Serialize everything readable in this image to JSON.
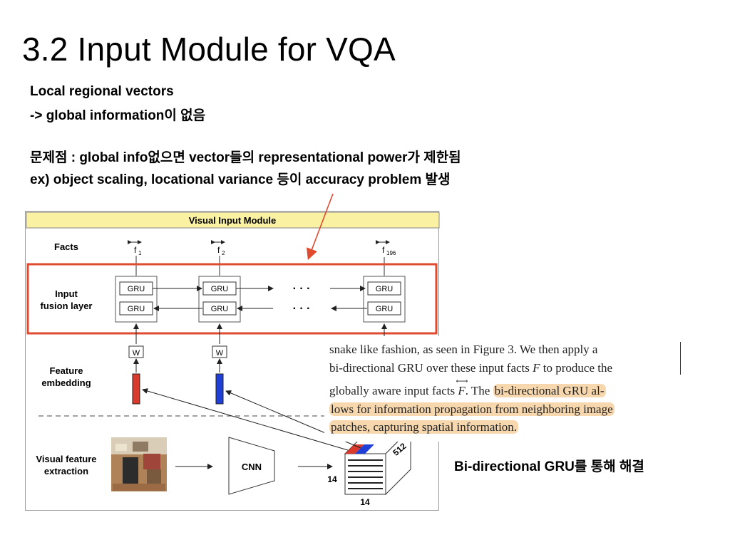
{
  "slide": {
    "title": "3.2 Input Module for VQA",
    "notes": [
      "Local regional vectors",
      "-> global information이 없음",
      "문제점 : global info없으면 vector들의 representational power가 제한됨",
      "ex) object scaling, locational variance 등이 accuracy problem 발생"
    ],
    "conclusion": "Bi-directional GRU를 통해 해결"
  },
  "figure": {
    "header": "Visual Input Module",
    "rows": {
      "facts": "Facts",
      "fusion_line1": "Input",
      "fusion_line2": "fusion layer",
      "embed_line1": "Feature",
      "embed_line2": "embedding",
      "visual_line1": "Visual feature",
      "visual_line2": "extraction"
    },
    "facts": [
      {
        "label": "f",
        "sub": "1"
      },
      {
        "label": "f",
        "sub": "2"
      },
      {
        "label": "f",
        "sub": "196"
      }
    ],
    "gru_label": "GRU",
    "ellipsis": "· · ·",
    "w_label": "W",
    "cnn_label": "CNN",
    "dims": {
      "h": "14",
      "w": "14",
      "d": "512"
    },
    "colors": {
      "header_bg": "#faf1a2",
      "highlight_box": "#e04a2f",
      "vec_red": "#d93a2b",
      "vec_blue": "#1f3fd6"
    }
  },
  "excerpt": {
    "line1": "snake like fashion, as seen in Figure 3.  We then apply a",
    "line2_a": "bi-directional GRU over these input facts ",
    "line2_b": "F",
    "line2_c": " to produce the",
    "line3_a": "globally aware input facts ",
    "line3_b": "F",
    "line3_c": ". The ",
    "line3_hl": "bi-directional GRU al-",
    "line4_hl": "lows for information propagation from neighboring image",
    "line5_hl": "patches, capturing spatial information.",
    "highlight_color": "#f7d7ae"
  }
}
